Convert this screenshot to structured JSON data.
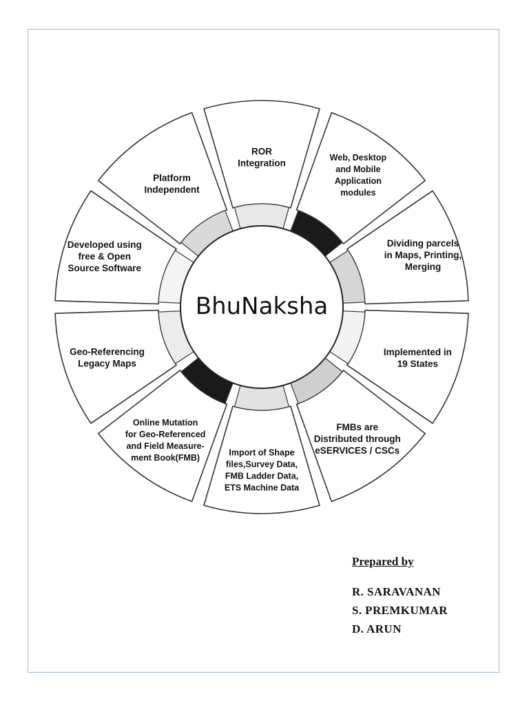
{
  "diagram": {
    "center_label": "BhuNaksha",
    "segments": [
      {
        "lines": [
          "ROR",
          "Integration"
        ]
      },
      {
        "lines": [
          "Web, Desktop",
          "and Mobile",
          "Application",
          "modules"
        ]
      },
      {
        "lines": [
          "Dividing parcels",
          "in Maps, Printing,",
          "Merging"
        ]
      },
      {
        "lines": [
          "Implemented in",
          "19 States"
        ]
      },
      {
        "lines": [
          "FMBs are",
          "Distributed through",
          "eSERVICES / CSCs"
        ]
      },
      {
        "lines": [
          "Import of Shape",
          "files,Survey Data,",
          "FMB Ladder Data,",
          "ETS Machine Data"
        ]
      },
      {
        "lines": [
          "Online Mutation",
          "for Geo-Referenced",
          "and Field Measure-",
          "ment Book(FMB)"
        ]
      },
      {
        "lines": [
          "Geo-Referencing",
          "Legacy Maps"
        ]
      },
      {
        "lines": [
          "Developed using",
          "free & Open",
          "Source Software"
        ]
      },
      {
        "lines": [
          "Platform",
          "Independent"
        ]
      }
    ]
  },
  "credits": {
    "heading": "Prepared by",
    "names": [
      "R. SARAVANAN",
      "S. PREMKUMAR",
      "D. ARUN"
    ]
  }
}
